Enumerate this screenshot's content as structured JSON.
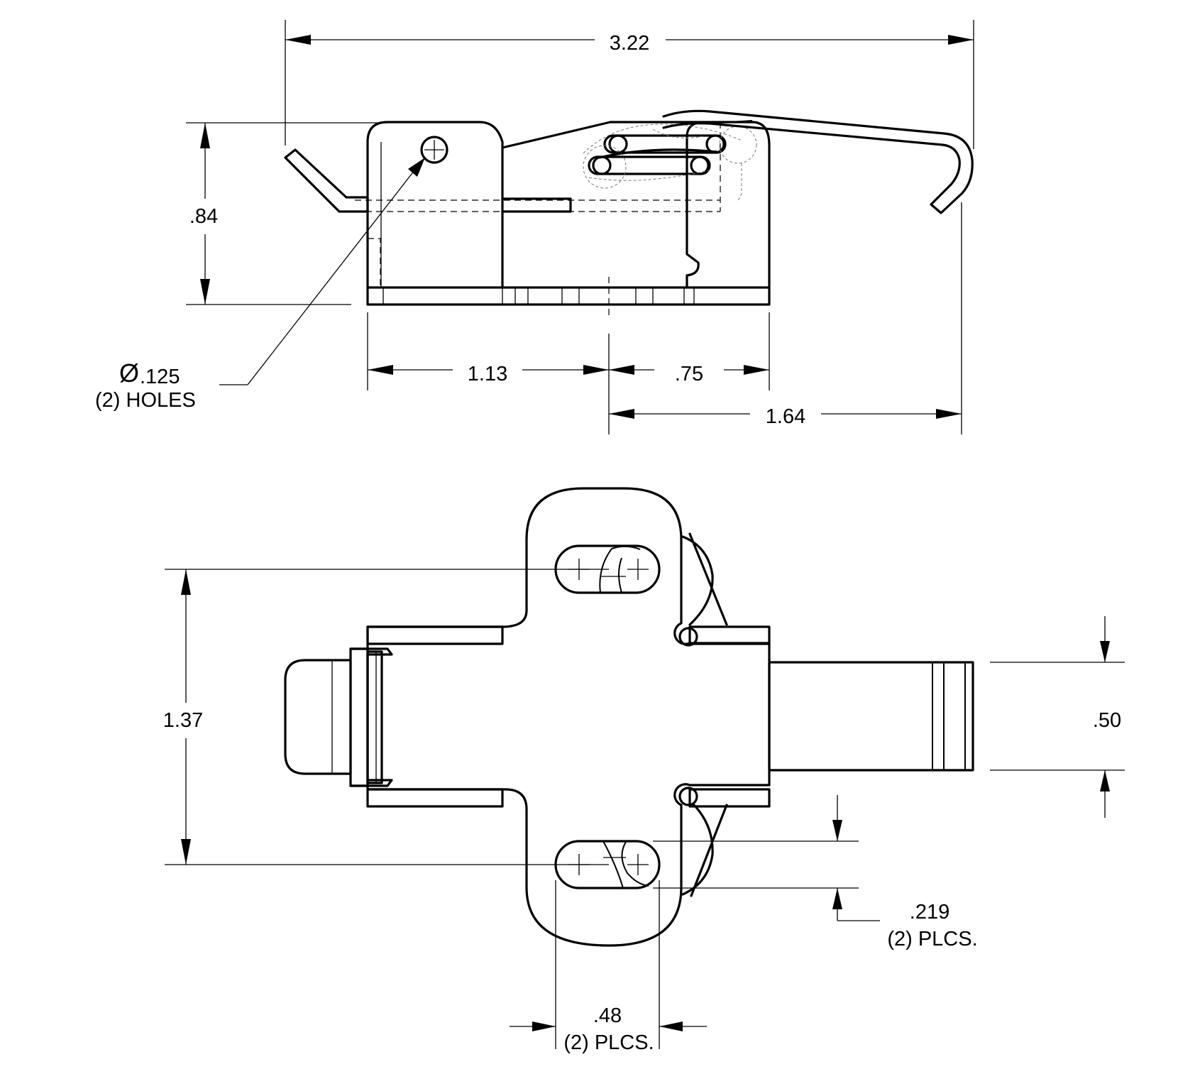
{
  "dimensions": {
    "overall_length": "3.22",
    "height": ".84",
    "hole_diameter_symbol": "Ø",
    "hole_diameter": ".125",
    "hole_count_note": "(2) HOLES",
    "base_to_center": "1.13",
    "center_to_end": ".75",
    "center_to_hook": "1.64",
    "hole_spacing": "1.37",
    "hook_width": ".50",
    "slot_width": ".219",
    "slot_width_note": "(2) PLCS.",
    "slot_length": ".48",
    "slot_length_note": "(2) PLCS."
  },
  "views": [
    "side-view",
    "top-view"
  ],
  "colors": {
    "line": "#000000",
    "background": "#ffffff"
  }
}
